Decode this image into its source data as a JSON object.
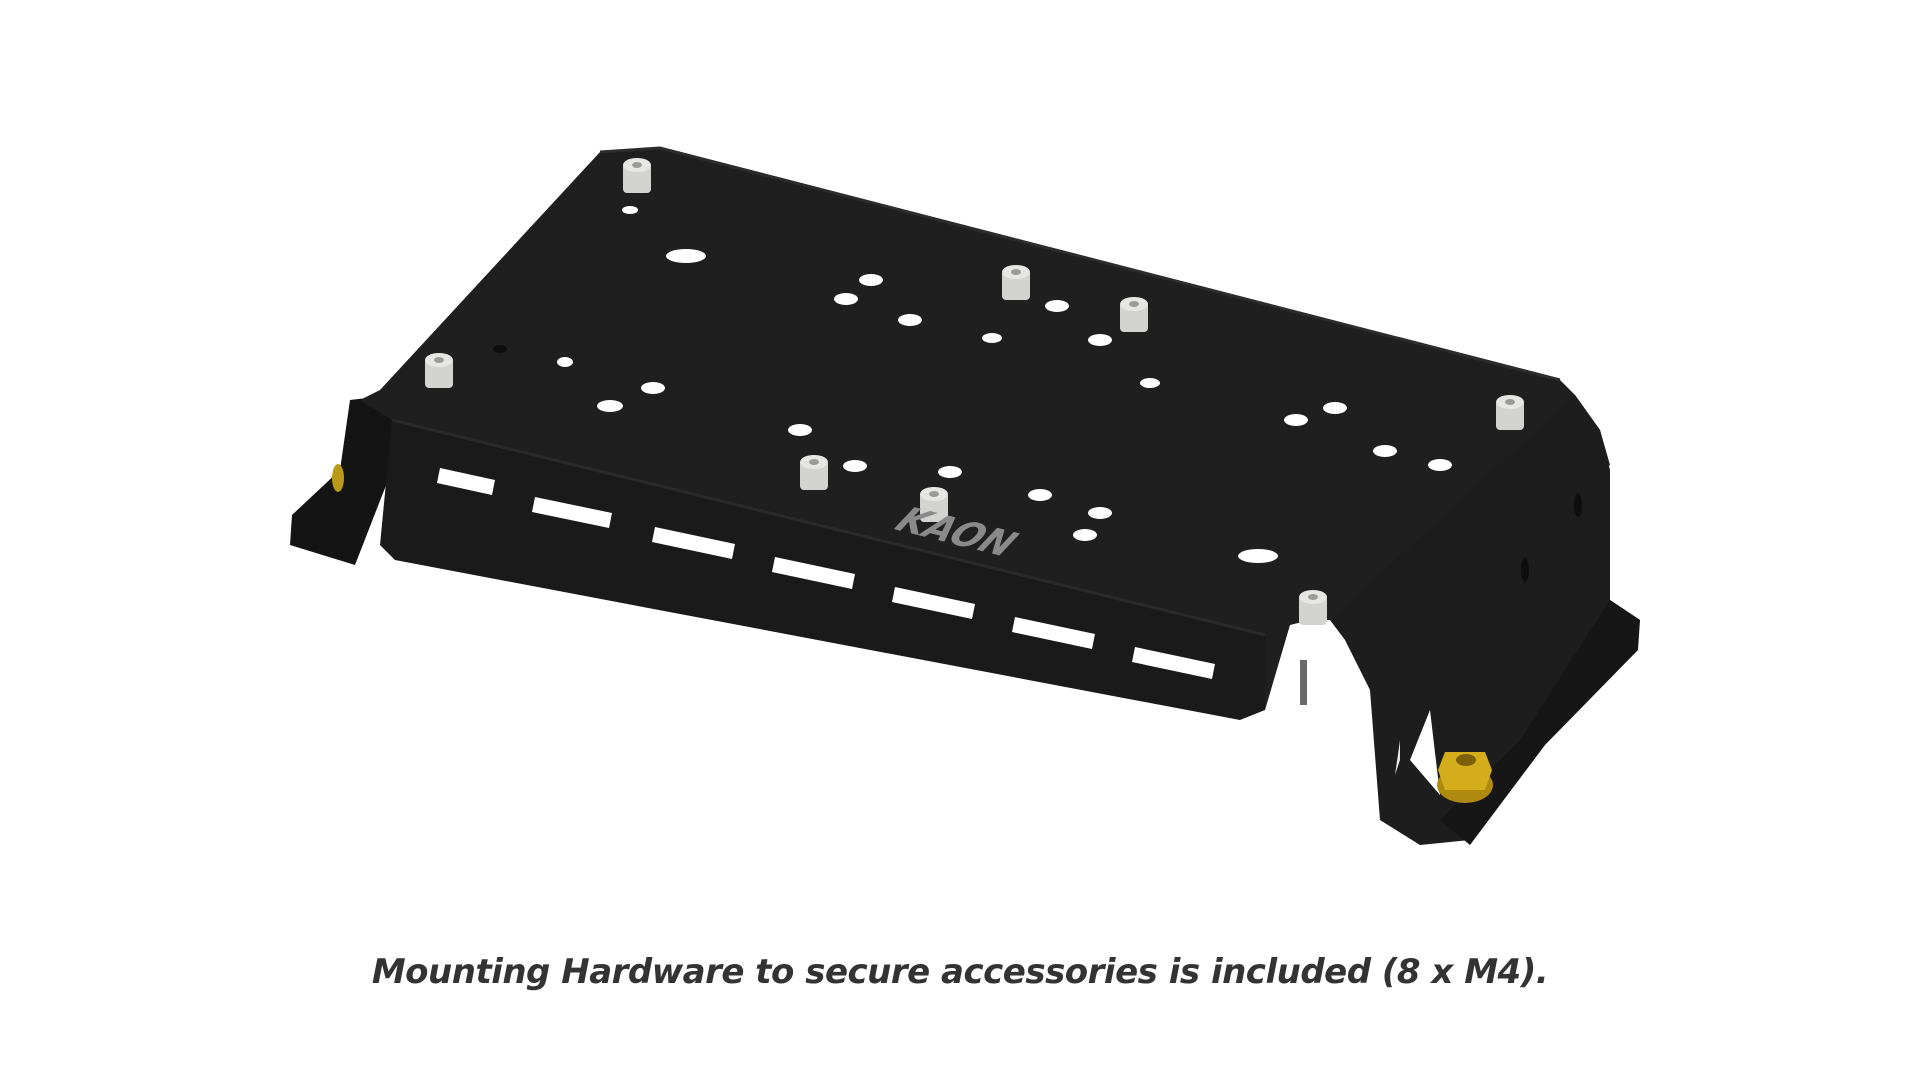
{
  "image": {
    "subject": "Black powder-coated accessory mounting plate with standoffs and brass flange nut",
    "background_color": "#ffffff",
    "plate_color": "#1f1f1f",
    "plate_side_color": "#181818",
    "standoff_color": "#d8d8d4",
    "nut_color": "#c9a214",
    "logo_color": "#8a8a8a"
  },
  "plate": {
    "logo_text": "KAON"
  },
  "caption": {
    "text": "Mounting Hardware to secure accessories is included (8 x M4)."
  }
}
